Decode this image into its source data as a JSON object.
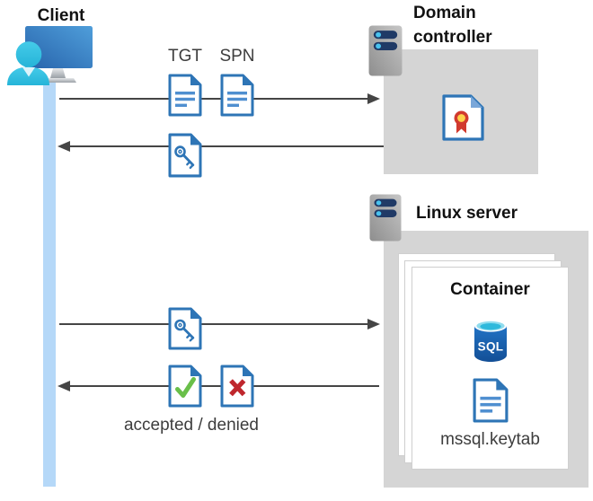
{
  "client": {
    "label": "Client"
  },
  "domain_controller": {
    "label": "Domain controller"
  },
  "linux_server": {
    "label": "Linux server"
  },
  "container": {
    "label": "Container",
    "sql_badge": "SQL",
    "keytab_file": "mssql.keytab"
  },
  "flows": {
    "ticket_request": {
      "tgt_label": "TGT",
      "spn_label": "SPN"
    },
    "ticket_response": {
      "item": "service-ticket-key-document"
    },
    "service_request": {
      "item": "service-ticket-key-document"
    },
    "auth_result": {
      "caption": "accepted / denied"
    }
  },
  "icons": {
    "client": "user-at-monitor-icon",
    "client_lifeline": "timeline-bar",
    "domain_controller": "server-icon",
    "linux_server": "server-icon",
    "certificate": "certificate-document-icon",
    "tgt": "document-icon",
    "spn": "document-icon",
    "service_ticket": "key-document-icon",
    "accepted": "check-document-icon",
    "denied": "cross-document-icon",
    "sql_database": "sql-database-cylinder-icon"
  },
  "colors": {
    "arrow_gray": "#454545",
    "lifeline_blue": "#b5d8f8",
    "panel_gray": "#d5d5d5",
    "sheet_border": "#cfcfcf",
    "doc_blue": "#2e75b6",
    "doc_line_blue": "#4f8fd0",
    "check_green": "#69bf49",
    "cross_red": "#bf272d",
    "cert_fold_blue": "#7aa7d9",
    "ribbon_red": "#d13a2e",
    "seal_gold": "#ffd24a",
    "server_navy": "#203a66",
    "server_dot_cyan": "#49c3ef",
    "server_gray_light": "#c6c6c6",
    "server_gray_dark": "#8e8e8e",
    "monitor_blue_light": "#4f9eda",
    "monitor_blue_dark": "#2763ab",
    "person_cyan_light": "#45cbe9",
    "person_cyan_dark": "#25b4d8",
    "sql_body_blue_light": "#2173c5",
    "sql_body_blue_dark": "#134f96",
    "sql_top_ring": "#8fdcee",
    "sql_top_center": "#2fb9dc",
    "text_dark": "#111111",
    "text_gray": "#3d3d3d"
  }
}
